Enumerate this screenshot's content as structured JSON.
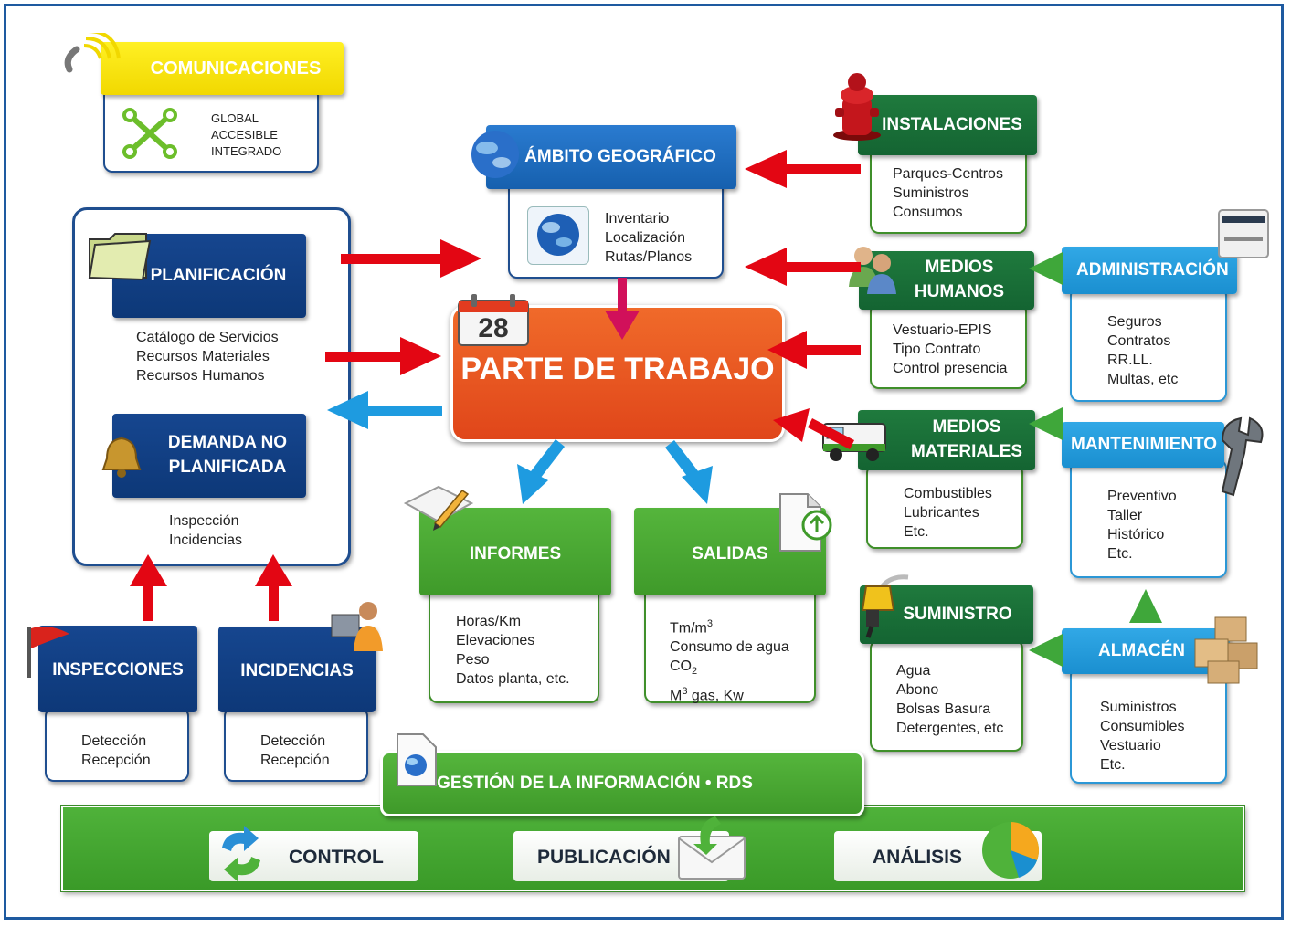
{
  "comunicaciones": {
    "title": "COMUNICACIONES",
    "items": [
      "GLOBAL",
      "ACCESIBLE",
      "INTEGRADO"
    ]
  },
  "ambito": {
    "title": "ÁMBITO GEOGRÁFICO",
    "items": [
      "Inventario",
      "Localización",
      "Rutas/Planos"
    ]
  },
  "instalaciones": {
    "title": "INSTALACIONES",
    "items": [
      "Parques-Centros",
      "Suministros",
      "Consumos"
    ]
  },
  "planificacion": {
    "title": "PLANIFICACIÓN",
    "items": [
      "Catálogo de Servicios",
      "Recursos Materiales",
      "Recursos Humanos"
    ]
  },
  "demanda": {
    "title_line1": "DEMANDA NO",
    "title_line2": "PLANIFICADA",
    "items": [
      "Inspección",
      "Incidencias"
    ]
  },
  "parte": {
    "calendar_day": "28",
    "title": "PARTE DE TRABAJO"
  },
  "medios_humanos": {
    "title_line1": "MEDIOS",
    "title_line2": "HUMANOS",
    "items": [
      "Vestuario-EPIS",
      "Tipo Contrato",
      "Control presencia"
    ]
  },
  "administracion": {
    "title": "ADMINISTRACIÓN",
    "items": [
      "Seguros",
      "Contratos",
      "RR.LL.",
      "Multas, etc"
    ]
  },
  "medios_materiales": {
    "title_line1": "MEDIOS",
    "title_line2": "MATERIALES",
    "items": [
      "Combustibles",
      "Lubricantes",
      "Etc."
    ]
  },
  "mantenimiento": {
    "title": "MANTENIMIENTO",
    "items": [
      "Preventivo",
      "Taller",
      "Histórico",
      "Etc."
    ]
  },
  "informes": {
    "title": "INFORMES",
    "items": [
      "Horas/Km",
      "Elevaciones",
      "Peso",
      "Datos planta, etc."
    ]
  },
  "salidas": {
    "title": "SALIDAS",
    "item1_base": "Tm/m",
    "item1_sup": "3",
    "item2": "Consumo de agua",
    "item3_base": "CO",
    "item3_sub": "2",
    "item4_base": "M",
    "item4_sup": "3",
    "item4_rest": " gas, Kw"
  },
  "suministro": {
    "title": "SUMINISTRO",
    "items": [
      "Agua",
      "Abono",
      "Bolsas Basura",
      "Detergentes, etc"
    ]
  },
  "almacen": {
    "title": "ALMACÉN",
    "items": [
      "Suministros",
      "Consumibles",
      "Vestuario",
      "Etc."
    ]
  },
  "inspecciones": {
    "title": "INSPECCIONES",
    "items": [
      "Detección",
      "Recepción"
    ]
  },
  "incidencias": {
    "title": "INCIDENCIAS",
    "items": [
      "Detección",
      "Recepción"
    ]
  },
  "gestion": {
    "title": "GESTIÓN DE LA INFORMACIÓN • RDS"
  },
  "bottom": {
    "control": "CONTROL",
    "publicacion": "PUBLICACIÓN",
    "analisis": "ANÁLISIS"
  },
  "colors": {
    "navy": "#0d3878",
    "blue": "#1660ae",
    "dark_green": "#146432",
    "light_blue": "#1a8fd0",
    "green": "#3f9a2a",
    "orange": "#e8521c",
    "yellow": "#f1d800",
    "red_arrow": "#e30613",
    "blue_arrow": "#1e9be0",
    "green_arrow": "#3fa73a"
  }
}
